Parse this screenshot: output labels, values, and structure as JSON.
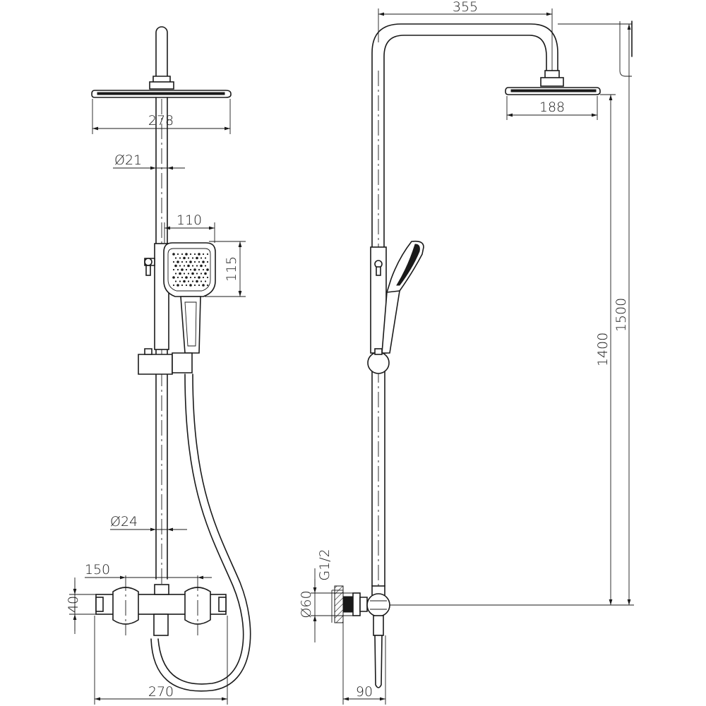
{
  "drawing": {
    "front_view": {
      "dimensions": {
        "head_width": "278",
        "upper_pipe_diameter": "Ø21",
        "handset_width": "110",
        "handset_height": "115",
        "lower_pipe_diameter": "Ø24",
        "inlet_spacing": "150",
        "mixer_height": "40",
        "mixer_width": "270"
      }
    },
    "side_view": {
      "dimensions": {
        "arm_reach": "355",
        "side_head_width": "188",
        "adjust_height_1400": "1400",
        "total_height_1500": "1500",
        "thread": "G1/2",
        "escutcheon_diameter": "Ø60",
        "wall_offset": "90"
      }
    }
  }
}
